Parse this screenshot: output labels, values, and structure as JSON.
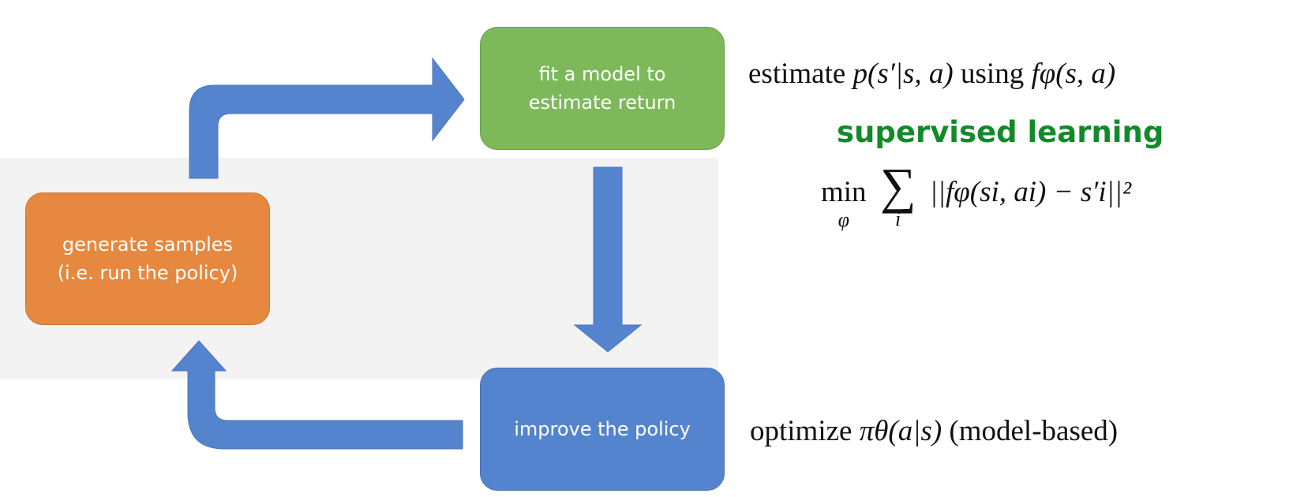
{
  "diagram": {
    "nodes": [
      {
        "id": "fit_model",
        "label": "fit a model to\nestimate return",
        "color": "#7db85a"
      },
      {
        "id": "generate_samples",
        "label": "generate samples\n(i.e. run the policy)",
        "color": "#e6883f"
      },
      {
        "id": "improve_policy",
        "label": "improve the policy",
        "color": "#5584cf"
      }
    ],
    "edges": [
      {
        "from": "generate_samples",
        "to": "fit_model"
      },
      {
        "from": "fit_model",
        "to": "improve_policy"
      },
      {
        "from": "improve_policy",
        "to": "generate_samples"
      }
    ],
    "arrow_color": "#5584cf",
    "highlight_band_color": "#f3f3f3"
  },
  "annotations": {
    "estimate_prefix": "estimate",
    "estimate_dist": "p(s′|s, a)",
    "using_word": "using",
    "model_fn": "fφ(s, a)",
    "supervised_label": "supervised learning",
    "supervised_color": "#128a2a",
    "min_label": "min",
    "min_sub": "φ",
    "sum_symbol": "∑",
    "sum_sub": "i",
    "loss_expr": "||fφ(si, ai) − s′i||²",
    "optimize_prefix": "optimize",
    "policy_expr": "πθ(a|s)",
    "optimize_suffix": "(model-based)"
  }
}
